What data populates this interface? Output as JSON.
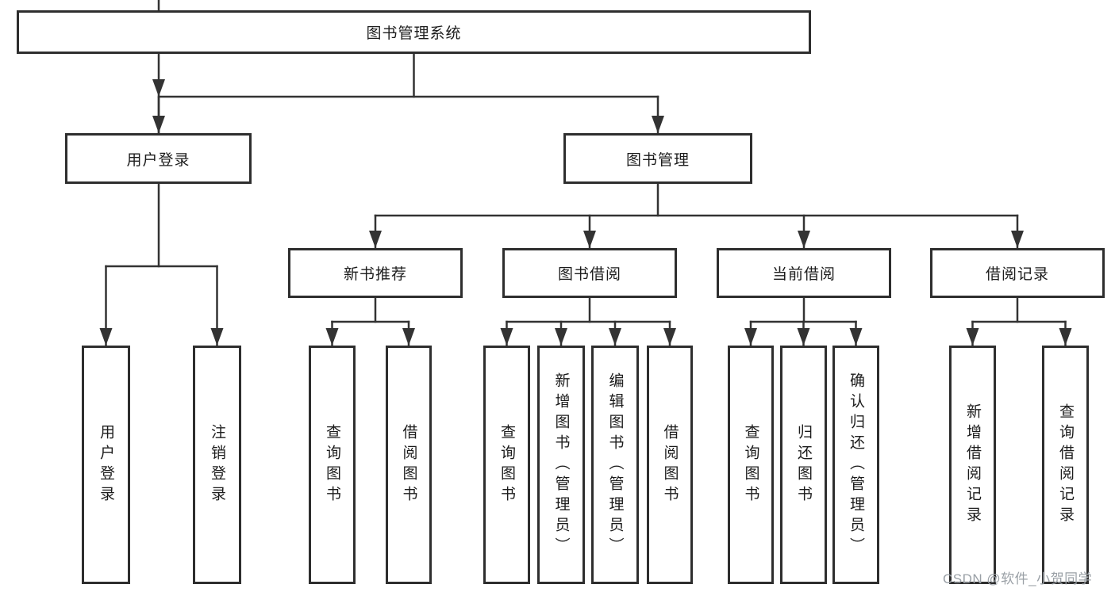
{
  "tree": {
    "root": "图书管理系统",
    "level1": [
      {
        "label": "用户登录",
        "children": [
          "用户登录",
          "注销登录"
        ]
      },
      {
        "label": "图书管理"
      }
    ],
    "level2": [
      {
        "label": "新书推荐",
        "children": [
          "查询图书",
          "借阅图书"
        ]
      },
      {
        "label": "图书借阅",
        "children": [
          "查询图书",
          "新增图书（管理员）",
          "编辑图书（管理员）",
          "借阅图书"
        ]
      },
      {
        "label": "当前借阅",
        "children": [
          "查询图书",
          "归还图书",
          "确认归还（管理员）"
        ]
      },
      {
        "label": "借阅记录",
        "children": [
          "新增借阅记录",
          "查询借阅记录"
        ]
      }
    ],
    "watermark": "CSDN @软件_小贺同学"
  },
  "colors": {
    "line": "#333333",
    "box_border": "#2e2e2e",
    "text": "#1c1c1c",
    "watermark": "#9aa0a6",
    "background": "#ffffff"
  }
}
